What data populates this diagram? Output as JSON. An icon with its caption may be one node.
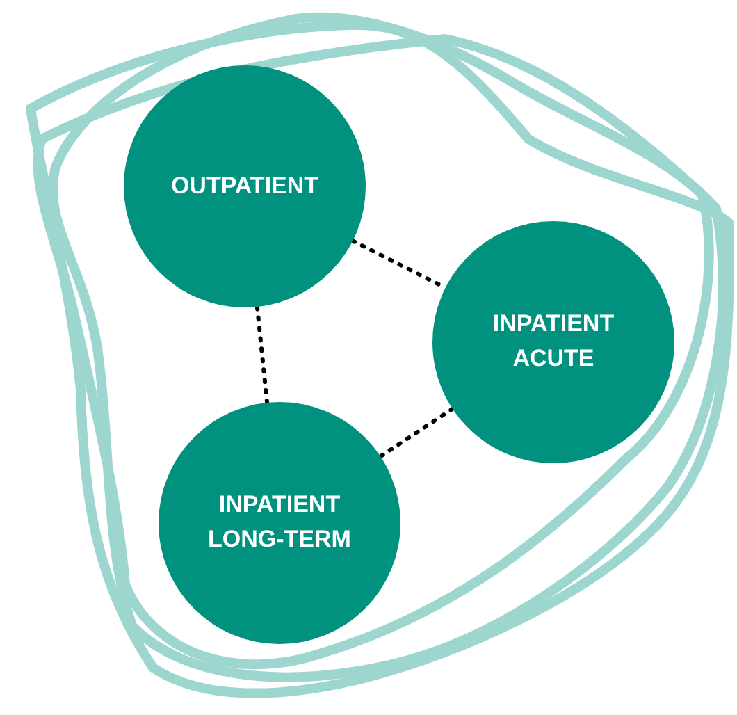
{
  "diagram": {
    "nodes": [
      {
        "text": [
          "OUTPATIENT"
        ]
      },
      {
        "text": [
          "INPATIENT ACUTE"
        ]
      },
      {
        "text": [
          "INPATIENT LONG-TERM"
        ]
      }
    ],
    "edges": [
      {
        "from": 0,
        "to": 1,
        "arrow": "none",
        "style": "dashed"
      },
      {
        "from": 1,
        "to": 2,
        "arrow": "none",
        "style": "dashed"
      },
      {
        "from": 2,
        "to": 0,
        "arrow": "none",
        "style": "dashed"
      }
    ]
  }
}
